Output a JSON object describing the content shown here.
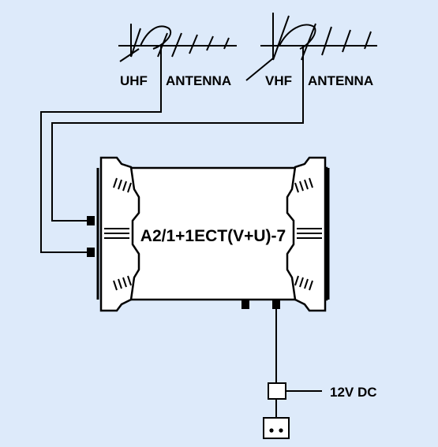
{
  "colors": {
    "background": "#ddeafa",
    "stroke": "#000000",
    "device_fill": "#ffffff"
  },
  "antennas": {
    "uhf": {
      "label": "UHF",
      "word": "ANTENNA"
    },
    "vhf": {
      "label": "VHF",
      "word": "ANTENNA"
    }
  },
  "amplifier": {
    "model": "A2/1+1ECT(V+U)-7"
  },
  "power": {
    "label": "12V DC"
  }
}
